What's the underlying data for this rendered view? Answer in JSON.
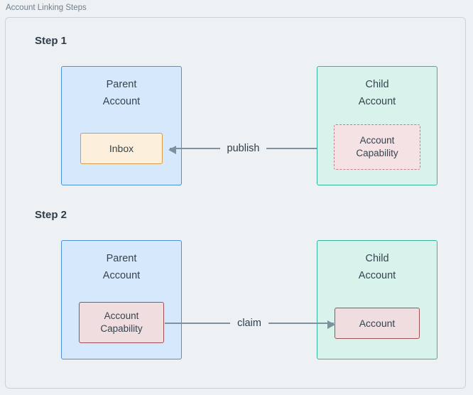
{
  "figure_label": "Account Linking Steps",
  "step1": {
    "heading": "Step 1",
    "parent": {
      "title_line1": "Parent",
      "title_line2": "Account",
      "inner_label": "Inbox"
    },
    "child": {
      "title_line1": "Child",
      "title_line2": "Account",
      "inner_line1": "Account",
      "inner_line2": "Capability"
    },
    "arrow_label": "publish"
  },
  "step2": {
    "heading": "Step 2",
    "parent": {
      "title_line1": "Parent",
      "title_line2": "Account",
      "inner_line1": "Account",
      "inner_line2": "Capability"
    },
    "child": {
      "title_line1": "Child",
      "title_line2": "Account",
      "inner_label": "Account"
    },
    "arrow_label": "claim"
  },
  "colors": {
    "background": "#edf1f4",
    "parent_fill": "#d6e8fb",
    "parent_border": "#4f90d8",
    "child_fill": "#d7f3ec",
    "child_border": "#36b49c",
    "inbox_fill": "#fcefdc",
    "inbox_border": "#d99b43",
    "capability_fill": "#f0dde0",
    "capability_border_solid": "#9d5056",
    "capability_border_dashed": "#c07e90",
    "arrow": "#7f909f"
  }
}
